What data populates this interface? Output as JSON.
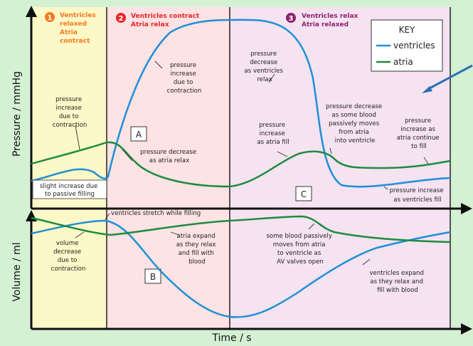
{
  "axes": {
    "y_top": "Pressure / mmHg",
    "y_bottom": "Volume / ml",
    "x": "Time / s"
  },
  "phases": [
    {
      "number": "1",
      "color": "#f47b20",
      "lines": [
        "Ventricles",
        "relaxed",
        "Atria",
        "contract"
      ]
    },
    {
      "number": "2",
      "color": "#e8232a",
      "lines": [
        "Ventricles contract",
        "Atria relax"
      ]
    },
    {
      "number": "3",
      "color": "#8e1f6e",
      "lines": [
        "Ventricles relax",
        "Atria relaxed"
      ]
    }
  ],
  "phase_colors": {
    "p1": "#fdf8c8",
    "p2": "#fde3e3",
    "p3": "#f5e3f1",
    "background": "#d4f1d4"
  },
  "key": {
    "title": "KEY",
    "items": [
      {
        "label": "ventricles",
        "color": "#1f8fd6"
      },
      {
        "label": "atria",
        "color": "#1e8a3e"
      }
    ]
  },
  "boxes": {
    "a": "A",
    "b": "B",
    "c": "C"
  },
  "annotations": {
    "pressure_increase_contraction": [
      "pressure",
      "increase",
      "due to",
      "contraction"
    ],
    "pressure_decrease_ventricles": [
      "pressure",
      "decrease",
      "as ventricles",
      "relax"
    ],
    "atria_pressure_increase": [
      "pressure",
      "increase",
      "due to",
      "contraction"
    ],
    "slight_increase": [
      "slight increase due",
      "to passive filling"
    ],
    "atria_decrease": [
      "pressure decrease",
      "as atria relax"
    ],
    "atria_fill": [
      "pressure",
      "increase",
      "as atria fill"
    ],
    "passive_moves": [
      "pressure decrease",
      "as some blood",
      "passively moves",
      "from atria",
      "into ventricle"
    ],
    "atria_continue": [
      "pressure",
      "increase as",
      "atria continue",
      "to fill"
    ],
    "ventricles_fill": [
      "pressure increase",
      "as ventricles fill"
    ],
    "stretch": [
      "ventricles stretch while filling"
    ],
    "volume_decrease": [
      "volume",
      "decrease",
      "due to",
      "contraction"
    ],
    "atria_expand": [
      "atria expand",
      "as they relax",
      "and fill with",
      "blood"
    ],
    "av_valves": [
      "some blood passively",
      "moves from atria",
      "to ventricle as",
      "AV valves open"
    ],
    "ventricles_expand": [
      "ventricles expand",
      "as they relax and",
      "fill with blood"
    ]
  }
}
